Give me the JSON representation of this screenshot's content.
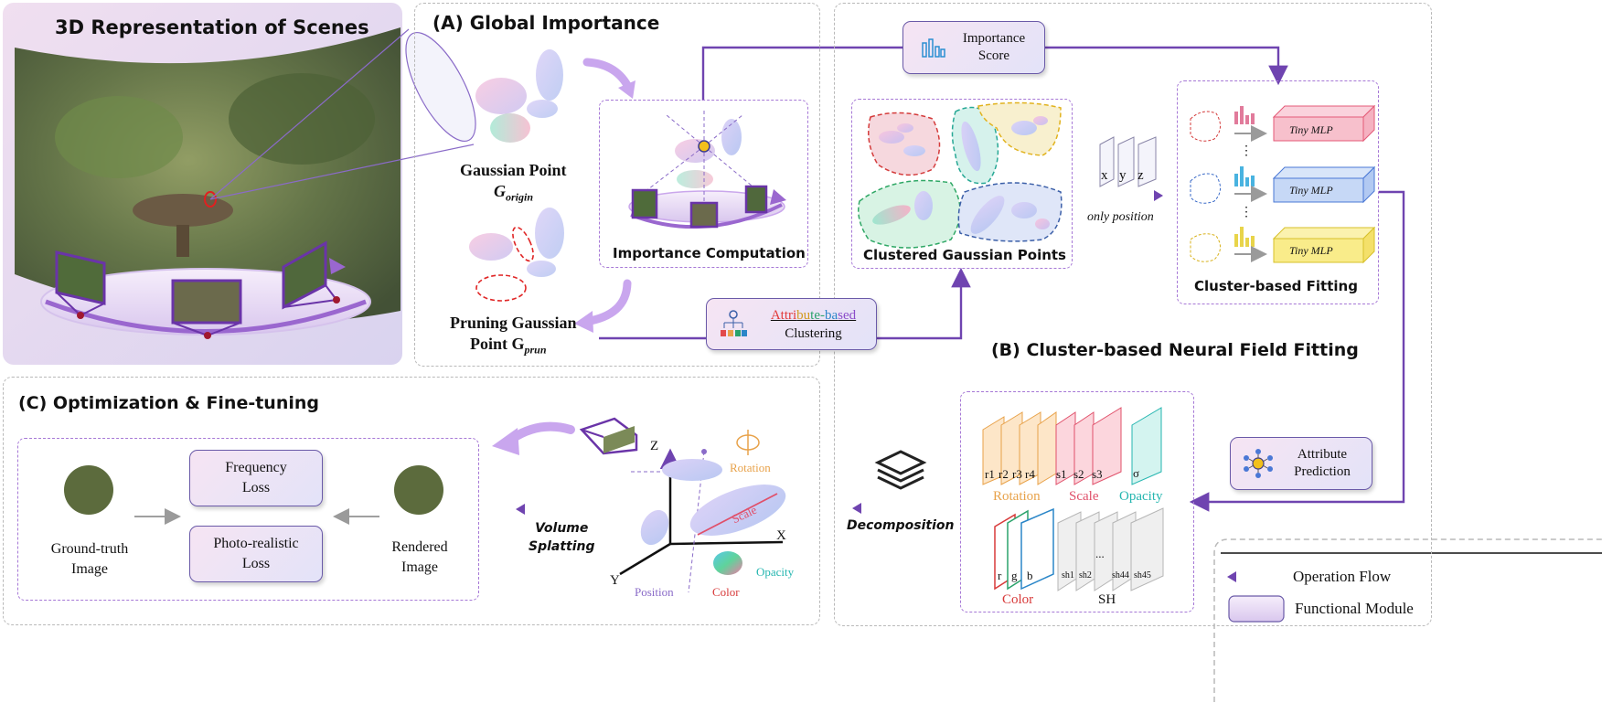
{
  "scene": {
    "title": "3D Representation of Scenes"
  },
  "global_importance": {
    "heading": "(A) Global Importance",
    "gaussian_point_label": "Gaussian Point",
    "g_origin_base": "G",
    "g_origin_sub": "origin",
    "importance_computation": "Importance Computation",
    "pruning_line1": "Pruning Gaussian",
    "pruning_line2": "Point G",
    "pruning_sub": "prun"
  },
  "importance_score": {
    "line1": "Importance",
    "line2": "Score"
  },
  "clustering": {
    "word_parts": [
      {
        "text": "Attri",
        "color": "#e23b3b"
      },
      {
        "text": "bu",
        "color": "#d39a1e"
      },
      {
        "text": "te",
        "color": "#2aa36b"
      },
      {
        "text": "-",
        "color": "#2aa36b"
      },
      {
        "text": "ba",
        "color": "#2a86c8"
      },
      {
        "text": "sed",
        "color": "#8b4cc9"
      }
    ],
    "line2": "Clustering"
  },
  "clustered": {
    "label": "Clustered Gaussian Points"
  },
  "position": {
    "x": "x",
    "y": "y",
    "z": "z",
    "caption": "only position"
  },
  "fitting": {
    "label": "Cluster-based Fitting",
    "mlp_label": "Tiny MLP",
    "dots": "⋮"
  },
  "neural_field": {
    "heading": "(B) Cluster-based Neural Field Fitting"
  },
  "attribute_prediction": {
    "line1": "Attribute",
    "line2": "Prediction"
  },
  "attributes": {
    "rotation": {
      "label": "Rotation",
      "color": "#e8a24a",
      "slots": [
        "r1",
        "r2",
        "r3",
        "r4"
      ]
    },
    "scale": {
      "label": "Scale",
      "color": "#e0506a",
      "slots": [
        "s1",
        "s2",
        "s3"
      ]
    },
    "opacity": {
      "label": "Opacity",
      "color": "#25b6b0",
      "slots": [
        "σ"
      ]
    },
    "color": {
      "label": "Color",
      "color": "#d83a3a",
      "slots": [
        "r",
        "g",
        "b"
      ]
    },
    "sh": {
      "label": "SH",
      "slots": [
        "sh1",
        "sh2",
        "...",
        "sh44",
        "sh45"
      ]
    }
  },
  "decomposition": {
    "label": "Decomposition"
  },
  "optimization": {
    "heading": "(C) Optimization & Fine-tuning",
    "frequency_loss": {
      "line1": "Frequency",
      "line2": "Loss"
    },
    "photo_loss": {
      "line1": "Photo-realistic",
      "line2": "Loss"
    },
    "ground_truth": {
      "line1": "Ground-truth",
      "line2": "Image"
    },
    "rendered": {
      "line1": "Rendered",
      "line2": "Image"
    },
    "volume_splatting": {
      "line1": "Volume",
      "line2": "Splatting"
    }
  },
  "axes": {
    "z": "Z",
    "x": "X",
    "y": "Y",
    "rotation": "Rotation",
    "scale": "Scale",
    "opacity": "Opacity",
    "position": "Position",
    "color": "Color"
  },
  "legend": {
    "operation_flow": "Operation Flow",
    "functional_module": "Functional Module"
  },
  "colors": {
    "flow": "#6f44b0",
    "dashed_violet": "#a678d6",
    "panel_border": "#b9b9b9"
  }
}
